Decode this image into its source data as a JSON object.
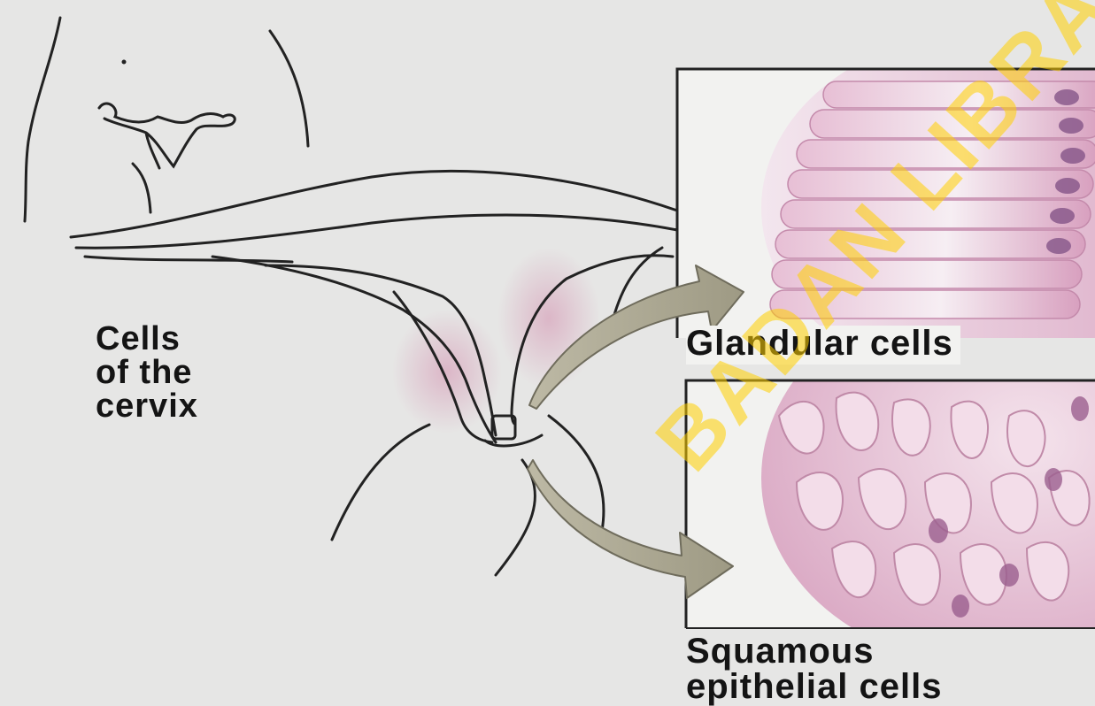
{
  "labels": {
    "cervix_line1": "Cells",
    "cervix_line2": "of the",
    "cervix_line3": "cervix",
    "glandular": "Glandular cells",
    "squamous_line1": "Squamous",
    "squamous_line2": "epithelial cells"
  },
  "watermark": "BADAN LIBRA",
  "colors": {
    "background": "#e6e6e5",
    "outline": "#222222",
    "arrow_fill": "#a8a590",
    "cell_pink": "#d9a9c2",
    "cell_nucleus": "#8a5a8c",
    "watermark": "#ffd000"
  }
}
